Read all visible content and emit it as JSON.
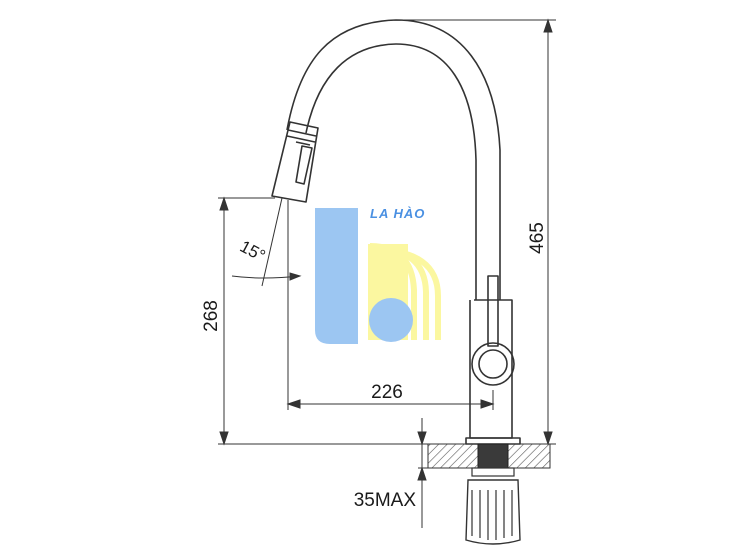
{
  "dimensions": {
    "height_total": "465",
    "spout_height": "268",
    "reach": "226",
    "angle": "15°",
    "max_thickness": "35MAX"
  },
  "watermark": {
    "text": "LA HÀO",
    "color_blue": "#9cc6f2",
    "color_yellow": "#fbf7a0",
    "color_text": "#4a90e2"
  },
  "colors": {
    "line": "#333333",
    "hatch": "#555555",
    "background": "#ffffff"
  }
}
